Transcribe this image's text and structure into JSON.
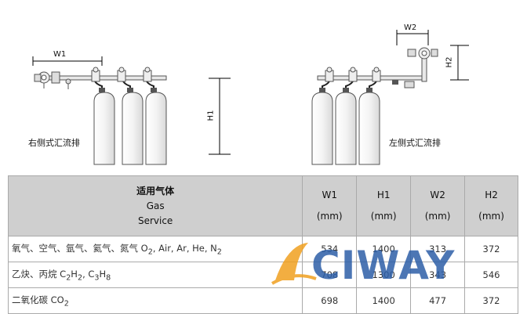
{
  "diagram": {
    "right_label": "右侧式汇流排",
    "left_label": "左侧式汇流排",
    "dim_w1": "W1",
    "dim_h1": "H1",
    "dim_w2": "W2",
    "dim_h2": "H2"
  },
  "table": {
    "header": {
      "service_cn": "适用气体",
      "service_en1": "Gas",
      "service_en2": "Service",
      "cols": [
        {
          "name": "W1",
          "unit": "(mm)"
        },
        {
          "name": "H1",
          "unit": "(mm)"
        },
        {
          "name": "W2",
          "unit": "(mm)"
        },
        {
          "name": "H2",
          "unit": "(mm)"
        }
      ]
    },
    "rows": [
      {
        "gas_prefix": "氧气、空气、氩气、氦气、氮气 O",
        "gas_sub1": "2",
        "gas_mid": ", Air, Ar, He, N",
        "gas_sub2": "2",
        "gas_tail": "",
        "w1": "534",
        "h1": "1400",
        "w2": "313",
        "h2": "372"
      },
      {
        "gas_prefix": "乙炔、丙烷 C",
        "gas_sub1": "2",
        "gas_mid": "H",
        "gas_sub2": "2",
        "gas_tail": ", C",
        "gas_sub3": "3",
        "gas_tail2": "H",
        "gas_sub4": "8",
        "w1": "708",
        "h1": "1300",
        "w2": "343",
        "h2": "546"
      },
      {
        "gas_prefix": "二氧化碳 CO",
        "gas_sub1": "2",
        "gas_mid": "",
        "gas_sub2": "",
        "gas_tail": "",
        "w1": "698",
        "h1": "1400",
        "w2": "477",
        "h2": "372"
      }
    ]
  },
  "watermark": {
    "text": "ACIWAY",
    "colors": {
      "orange": "#f0a020",
      "blue": "#2d5fa8"
    }
  }
}
